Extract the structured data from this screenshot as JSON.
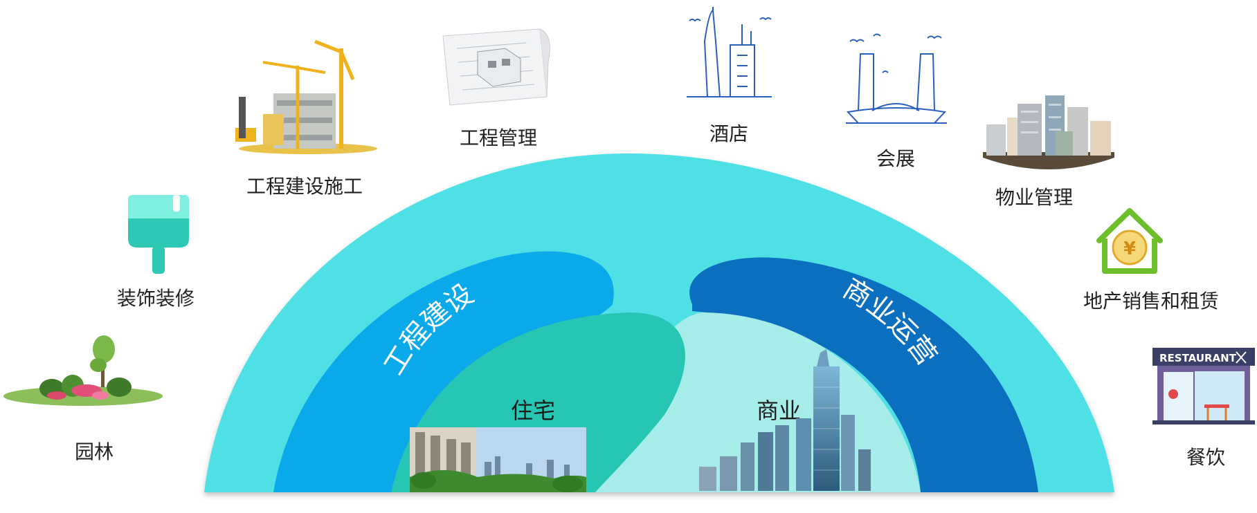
{
  "diagram": {
    "outer_items": [
      {
        "id": "garden",
        "label": "园林",
        "icon": "garden-icon"
      },
      {
        "id": "decoration",
        "label": "装饰装修",
        "icon": "paint-brush-icon"
      },
      {
        "id": "construction",
        "label": "工程建设施工",
        "icon": "construction-crane-icon"
      },
      {
        "id": "project-mgmt",
        "label": "工程管理",
        "icon": "blueprint-building-icon"
      },
      {
        "id": "hotel",
        "label": "酒店",
        "icon": "skyscraper-icon"
      },
      {
        "id": "exhibition",
        "label": "会展",
        "icon": "exhibition-center-icon"
      },
      {
        "id": "property-mgmt",
        "label": "物业管理",
        "icon": "city-buildings-icon"
      },
      {
        "id": "realestate",
        "label": "地产销售和租赁",
        "icon": "house-yuan-icon"
      },
      {
        "id": "dining",
        "label": "餐饮",
        "icon": "restaurant-icon"
      }
    ],
    "middle": {
      "left": "工程建设",
      "right": "商业运营"
    },
    "inner": {
      "left": "住宅",
      "right": "商业"
    },
    "restaurant_sign": "RESTAURANT",
    "yuan_symbol": "¥",
    "colors": {
      "outer_arc": "#4fe0e6",
      "middle_left": "#0aa9ea",
      "middle_right": "#0a6fbf",
      "inner_left": "#27c6b4",
      "inner_right": "#a6ece8",
      "brush": "#2ec9b4",
      "house": "#6cbf2a"
    }
  }
}
